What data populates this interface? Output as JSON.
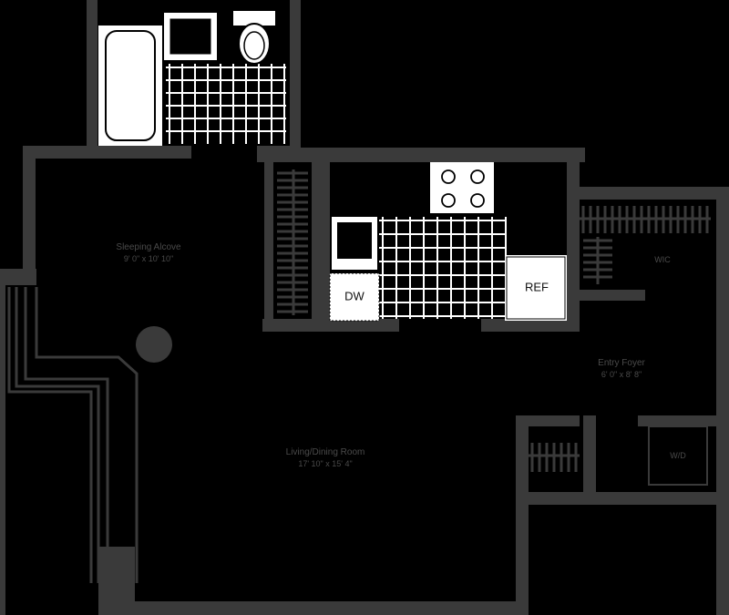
{
  "colors": {
    "background": "#000000",
    "wall": "#3a3a3a",
    "fixture": "#ffffff",
    "tile": "#ffffff",
    "label": "#4a4a4a"
  },
  "rooms": {
    "sleeping": {
      "name": "Sleeping Alcove",
      "dims": "9' 0\" x 10' 10\""
    },
    "living": {
      "name": "Living/Dining Room",
      "dims": "17' 10\" x 15' 4\""
    },
    "foyer": {
      "name": "Entry Foyer",
      "dims": "6' 0\" x 8' 8\""
    }
  },
  "closets": {
    "wic": "WIC",
    "wd": "W/D"
  },
  "appliances": {
    "dw": "DW",
    "ref": "REF"
  },
  "icons": [
    "bathtub-icon",
    "sink-icon",
    "toilet-icon",
    "stove-icon",
    "column-icon"
  ]
}
